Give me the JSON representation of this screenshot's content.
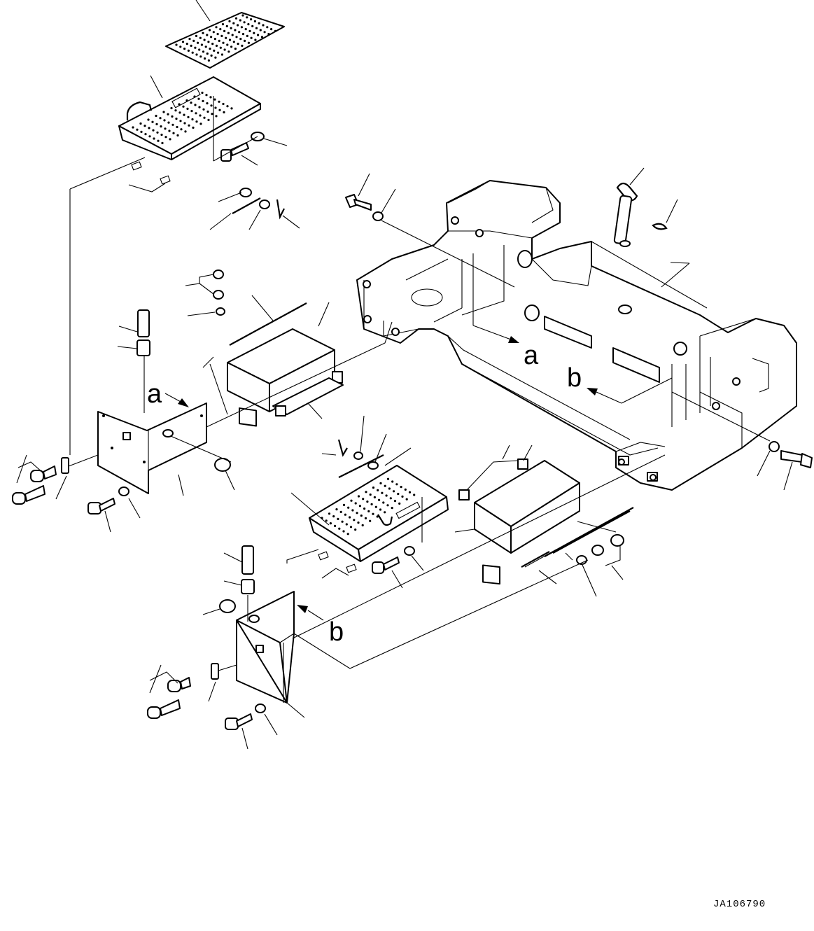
{
  "diagram": {
    "drawing_id": "JA106790",
    "view_markers": [
      {
        "id": "a",
        "label": "a"
      },
      {
        "id": "b",
        "label": "b"
      }
    ],
    "parts": [
      "tread-plate",
      "step-upper",
      "step-lower",
      "battery-box-left",
      "battery-box-right",
      "bracket-left",
      "bracket-right",
      "counterweight-frame",
      "lock-pin",
      "bolts-washers-nuts"
    ]
  }
}
